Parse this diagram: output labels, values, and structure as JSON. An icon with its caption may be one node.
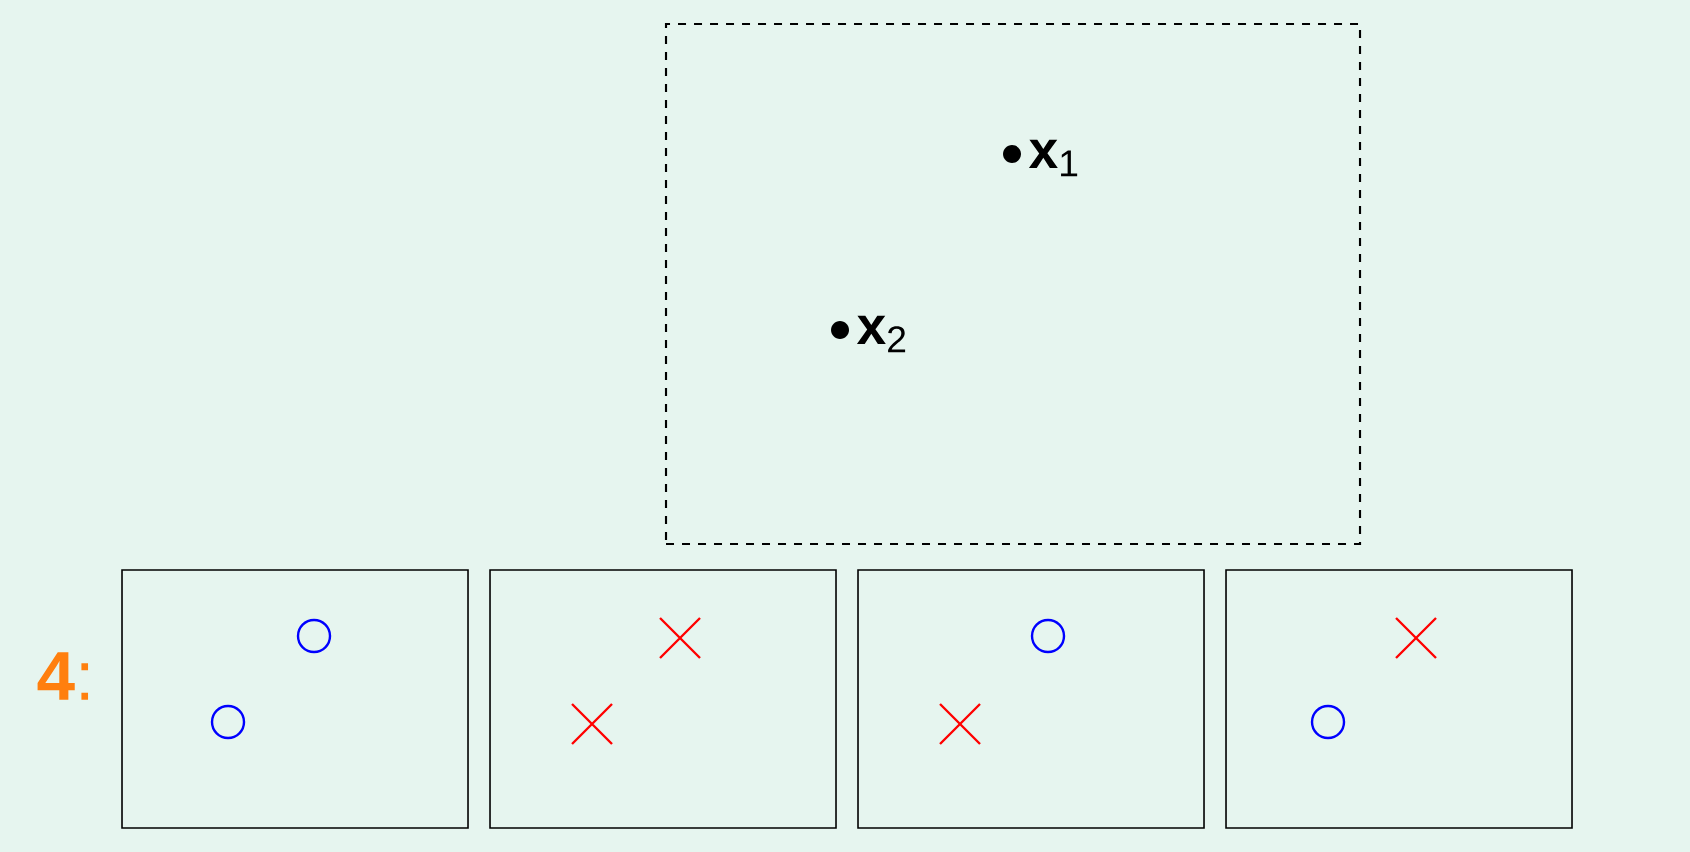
{
  "diagram": {
    "nodes": [
      {
        "text": [
          "**x**$_{1}$",
          "**x**$_{2}$"
        ]
      },
      {
        "text": [],
        "shape": "box"
      },
      {
        "text": [],
        "shape": "box"
      },
      {
        "text": [],
        "shape": "box"
      },
      {
        "text": [],
        "shape": "box"
      }
    ],
    "labels": [
      "**4**:"
    ]
  }
}
